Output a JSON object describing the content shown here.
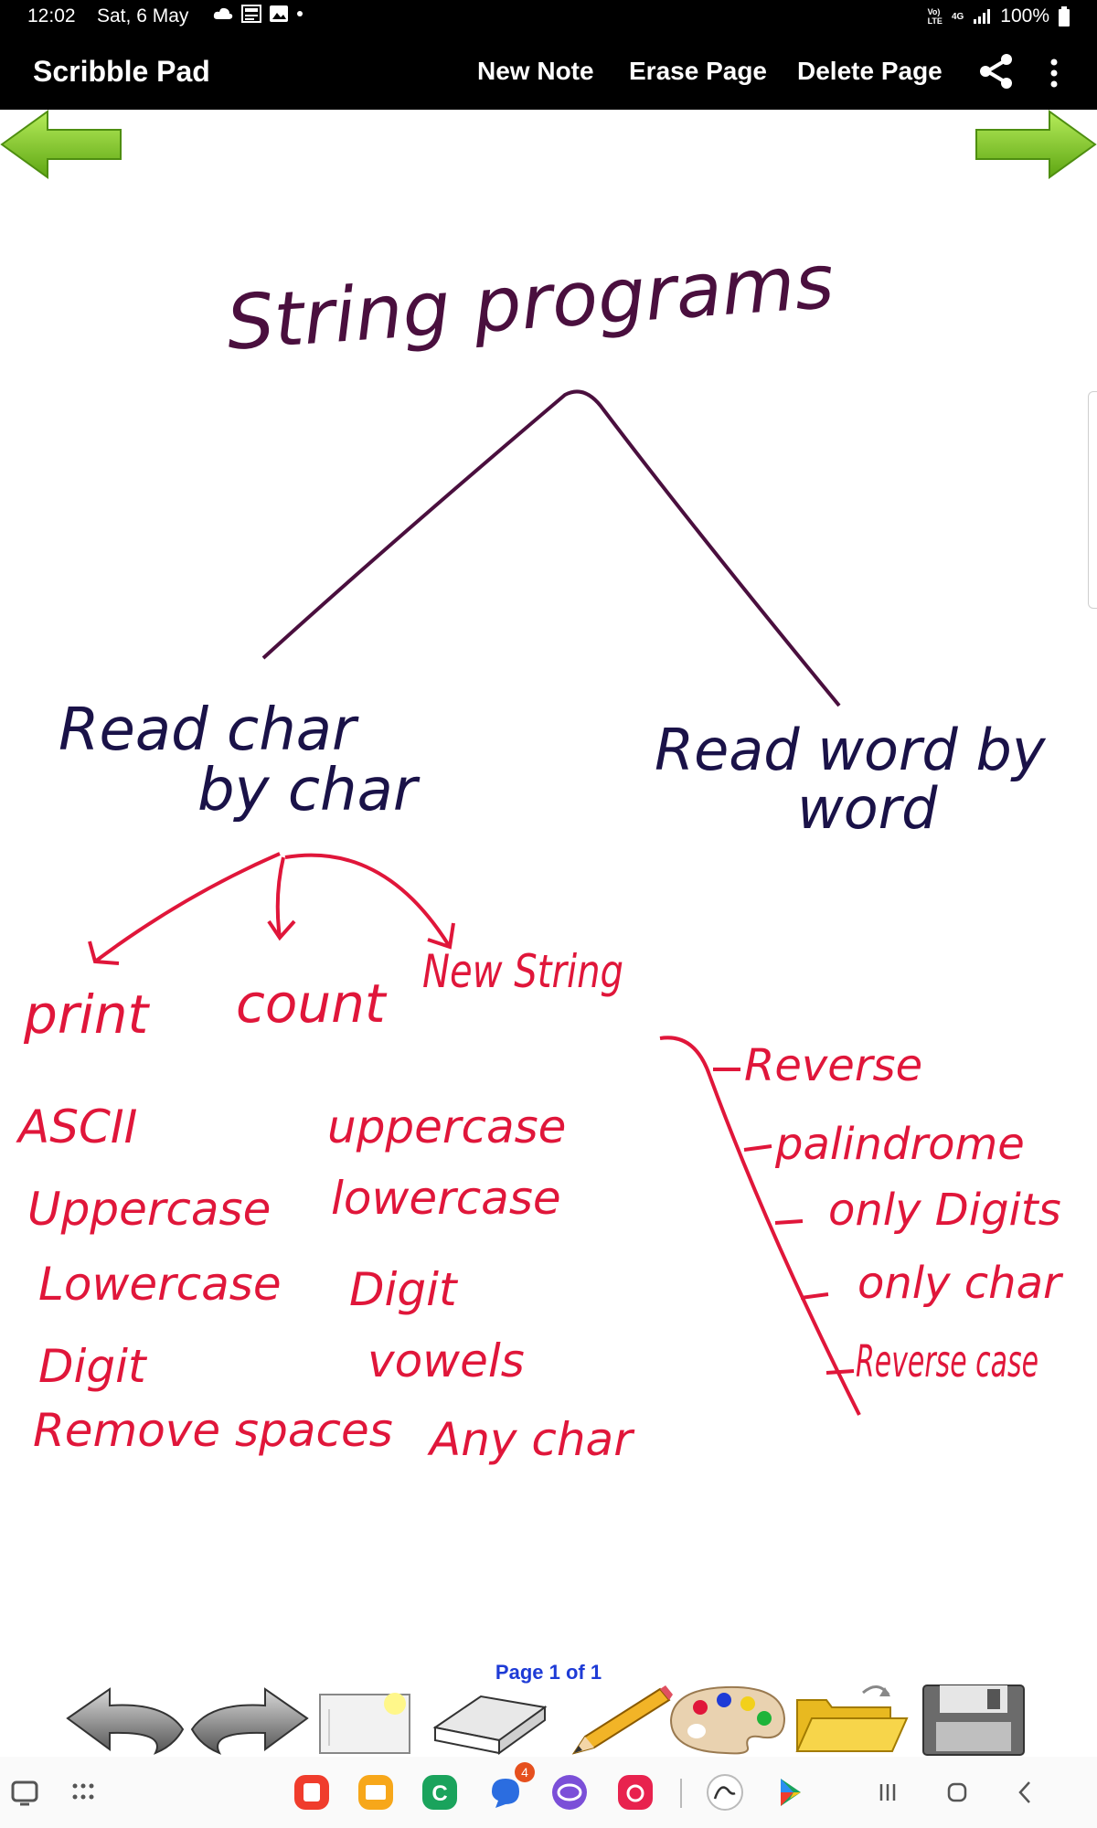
{
  "status_bar": {
    "time": "12:02",
    "date": "Sat, 6 May",
    "battery": "100%",
    "network_top": "Vo)",
    "network_bottom": "LTE",
    "network_gen": "4G"
  },
  "app_bar": {
    "title": "Scribble Pad",
    "actions": [
      "New Note",
      "Erase Page",
      "Delete Page"
    ]
  },
  "page_indicator": "Page 1 of 1",
  "note": {
    "title": "String programs",
    "branches": [
      {
        "label": "Read char by char",
        "label_lines": [
          "Read char",
          "by char"
        ],
        "children": [
          {
            "label": "print",
            "items": [
              "ASCII",
              "Uppercase",
              "Lowercase",
              "Digit",
              "Remove spaces"
            ]
          },
          {
            "label": "count",
            "items": [
              "uppercase",
              "lowercase",
              "Digit",
              "vowels",
              "Any char"
            ]
          },
          {
            "label": "New String",
            "items": []
          }
        ]
      },
      {
        "label": "Read word by word",
        "label_lines": [
          "Read word by",
          "word"
        ],
        "items": [
          "Reverse",
          "palindrome",
          "only Digits",
          "only char",
          "Reverse case"
        ]
      }
    ],
    "colors": {
      "ink_purple": "#4a0f3e",
      "ink_navy": "#1a1248",
      "ink_red": "#e0163a"
    }
  },
  "navbar": {
    "chat_badge": "4"
  },
  "colors": {
    "accent_blue": "#1e3bd6",
    "arrow_green": "#7bc623",
    "bar_black": "#000000"
  }
}
